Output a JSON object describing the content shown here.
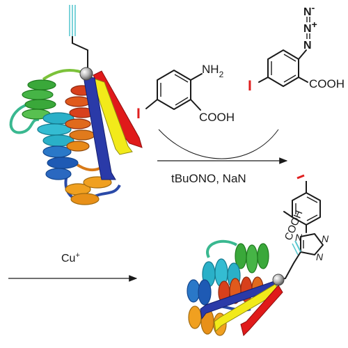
{
  "reagent1": {
    "amine": "NH",
    "amine_sub": "2",
    "acid": "COOH",
    "iodo": "I"
  },
  "reagent2": {
    "azide_n1": "N",
    "azide_n1_charge": "-",
    "azide_n2": "N",
    "azide_n2_charge": "+",
    "azide_n3": "N",
    "acid": "COOH",
    "iodo": "I"
  },
  "step1": {
    "conditions": "tBuONO, NaN"
  },
  "step2": {
    "catalyst": "Cu",
    "catalyst_charge": "+"
  },
  "product": {
    "acid": "COOH",
    "triazole_n1": "N",
    "triazole_n2": "N",
    "triazole_n3": "N"
  },
  "colors": {
    "iodine": "#e02020",
    "alkyne": "#5bc8d0",
    "bond": "#1a1a1a",
    "helix_green": "#3aa83a",
    "helix_cyan": "#2ab0c8",
    "helix_blue": "#1e5ab4",
    "helix_red": "#d8401c",
    "helix_orange": "#e88a18",
    "strand_red": "#e01a1a",
    "strand_yellow": "#f2ea1a",
    "strand_blue": "#2a3aa8",
    "sphere": "#a0a0a0"
  }
}
